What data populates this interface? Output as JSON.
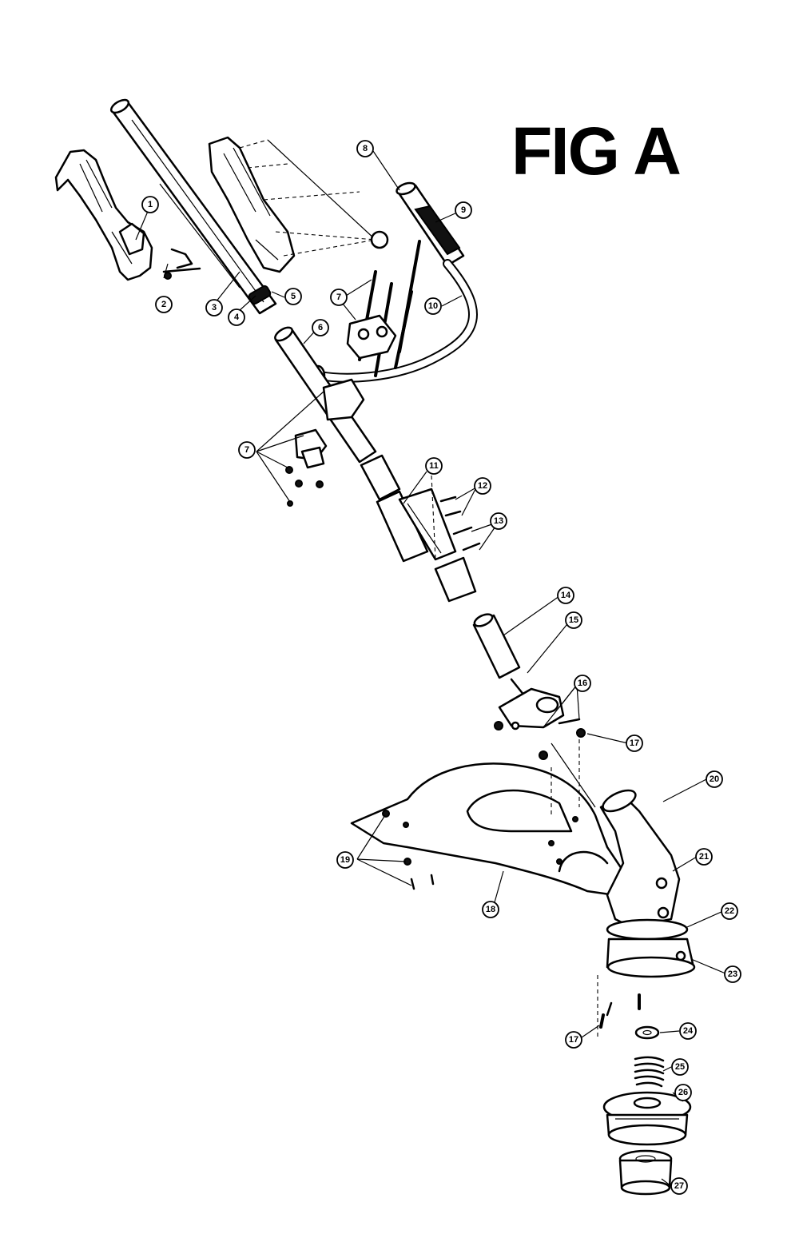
{
  "figure": {
    "title": "FIG A"
  },
  "callouts": [
    {
      "id": "c1",
      "label": "1"
    },
    {
      "id": "c2",
      "label": "2"
    },
    {
      "id": "c3",
      "label": "3"
    },
    {
      "id": "c4",
      "label": "4"
    },
    {
      "id": "c5",
      "label": "5"
    },
    {
      "id": "c6",
      "label": "6"
    },
    {
      "id": "c7a",
      "label": "7"
    },
    {
      "id": "c7b",
      "label": "7"
    },
    {
      "id": "c8",
      "label": "8"
    },
    {
      "id": "c9",
      "label": "9"
    },
    {
      "id": "c10",
      "label": "10"
    },
    {
      "id": "c11",
      "label": "11"
    },
    {
      "id": "c12",
      "label": "12"
    },
    {
      "id": "c13",
      "label": "13"
    },
    {
      "id": "c14",
      "label": "14"
    },
    {
      "id": "c15",
      "label": "15"
    },
    {
      "id": "c16",
      "label": "16"
    },
    {
      "id": "c17a",
      "label": "17"
    },
    {
      "id": "c17b",
      "label": "17"
    },
    {
      "id": "c18",
      "label": "18"
    },
    {
      "id": "c19",
      "label": "19"
    },
    {
      "id": "c20",
      "label": "20"
    },
    {
      "id": "c21",
      "label": "21"
    },
    {
      "id": "c22",
      "label": "22"
    },
    {
      "id": "c23",
      "label": "23"
    },
    {
      "id": "c24",
      "label": "24"
    },
    {
      "id": "c25",
      "label": "25"
    },
    {
      "id": "c26",
      "label": "26"
    },
    {
      "id": "c27",
      "label": "27"
    }
  ]
}
